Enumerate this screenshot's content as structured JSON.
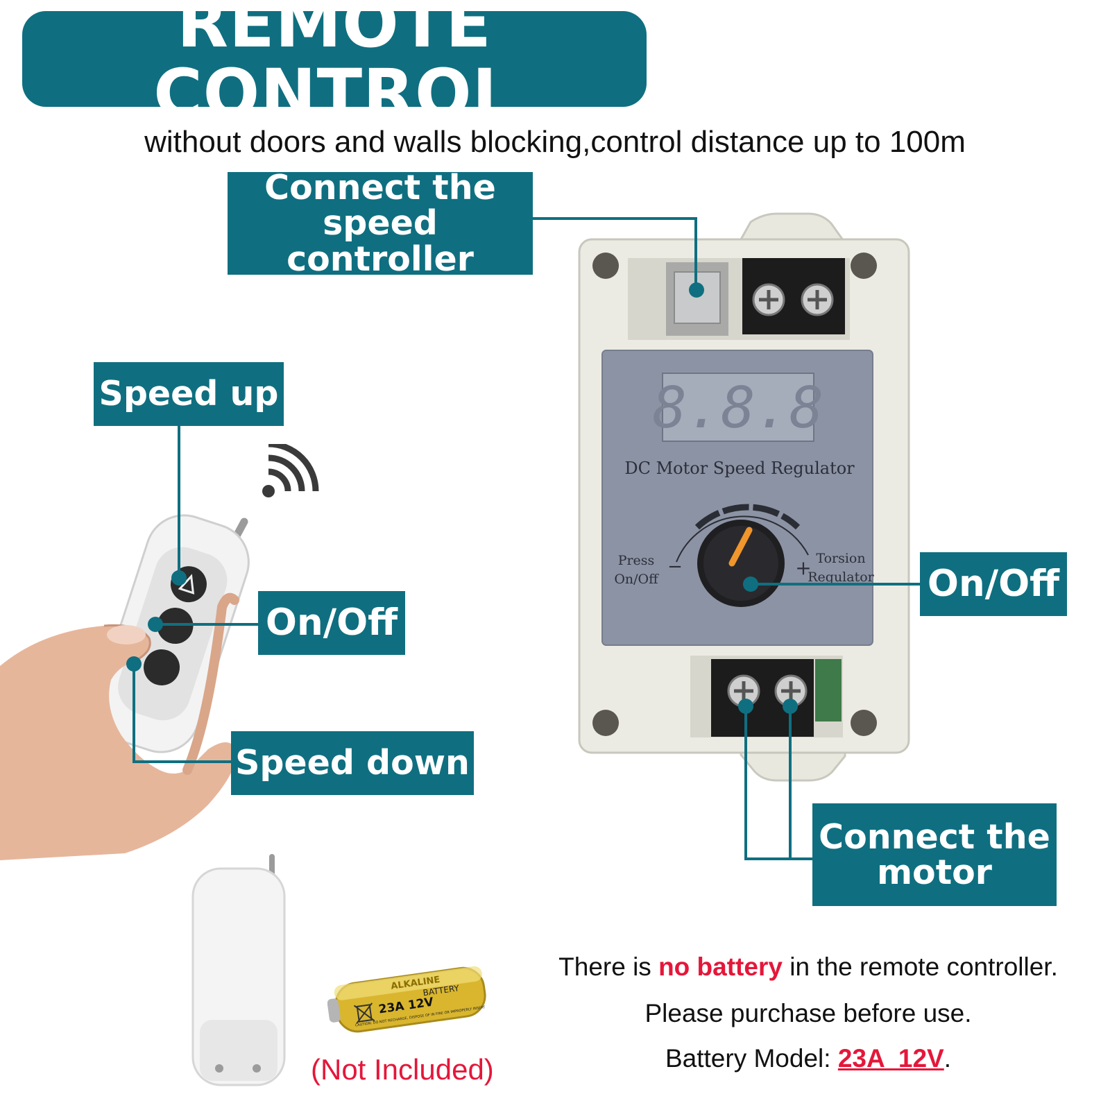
{
  "header": {
    "title": "REMOTE CONTROL",
    "subtitle": "without doors and walls blocking,control distance up to 100m"
  },
  "labels": {
    "connect_speed_controller": [
      "Connect the",
      "speed controller"
    ],
    "speed_up": "Speed up",
    "on_off_remote": "On/Off",
    "speed_down": "Speed down",
    "on_off_regulator": "On/Off",
    "connect_motor": [
      "Connect the",
      "motor"
    ]
  },
  "device": {
    "name": "DC Motor Speed Regulator",
    "display": "8.8.8",
    "press_label": [
      "Press",
      "On/Off"
    ],
    "torsion_label": [
      "Torsion",
      "Regulator"
    ],
    "minus": "−",
    "plus": "+"
  },
  "battery": {
    "brand": "ALKALINE",
    "type": "BATTERY",
    "model_print": "23A 12V",
    "caution": "CAUTION: DO NOT RECHARGE, DISPOSE OF IN FIRE OR IMPROPERLY INSERT",
    "not_included": "(Not Included)"
  },
  "notes": {
    "line1_pre": "There is ",
    "line1_emph": "no battery",
    "line1_post": " in the remote controller.",
    "line2": "Please purchase before use.",
    "line3_pre": "Battery Model: ",
    "line3_model": "23A  12V",
    "line3_post": "."
  },
  "colors": {
    "accent": "#0f6f80",
    "warning": "#e4173a"
  }
}
